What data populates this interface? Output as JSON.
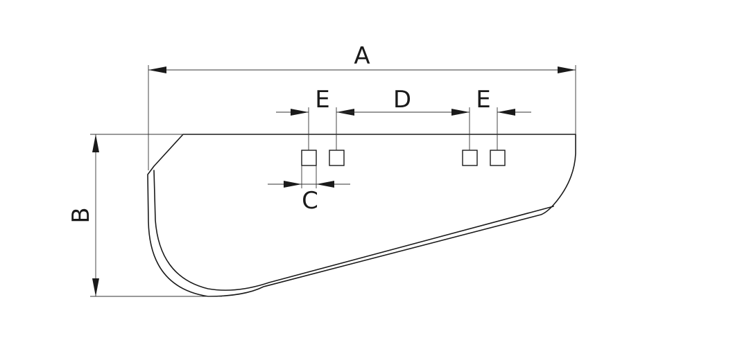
{
  "drawing": {
    "dimensions": {
      "a": "A",
      "b": "B",
      "c": "C",
      "d": "D",
      "e_left": "E",
      "e_right": "E"
    }
  }
}
